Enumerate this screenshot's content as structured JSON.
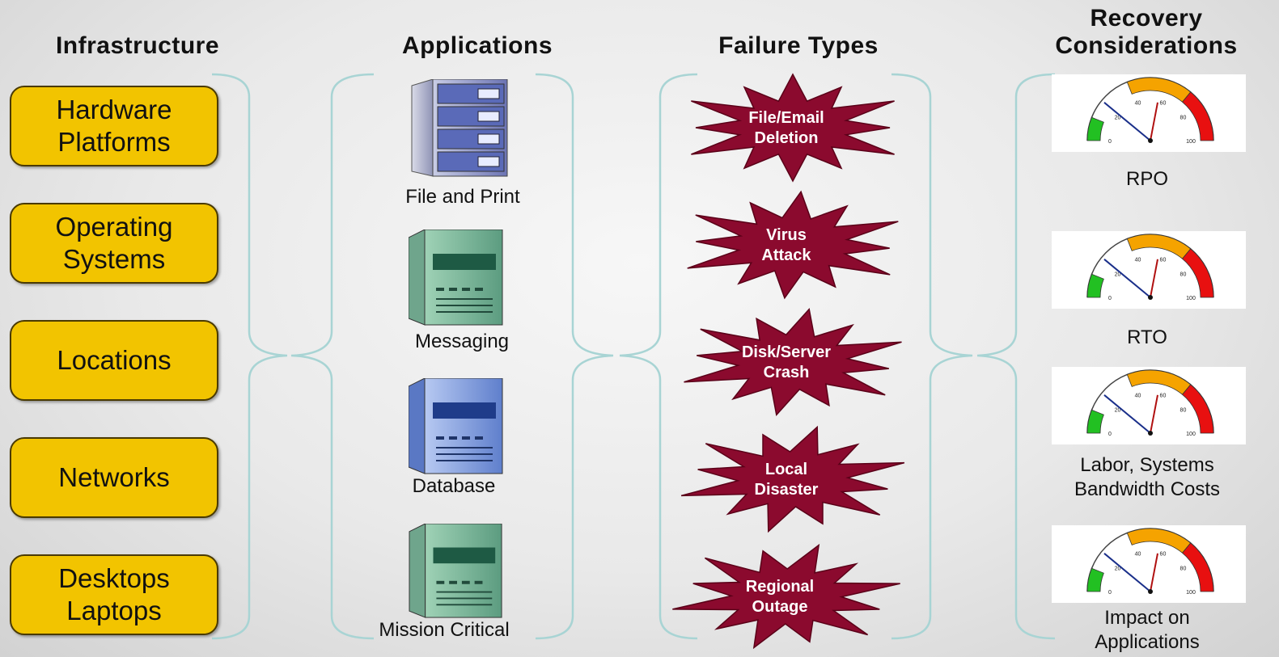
{
  "headers": {
    "infrastructure": "Infrastructure",
    "applications": "Applications",
    "failure_types": "Failure Types",
    "recovery": "Recovery\nConsiderations"
  },
  "infrastructure": [
    {
      "label": "Hardware\nPlatforms"
    },
    {
      "label": "Operating\nSystems"
    },
    {
      "label": "Locations"
    },
    {
      "label": "Networks"
    },
    {
      "label": "Desktops\nLaptops"
    }
  ],
  "applications": [
    {
      "label": "File and Print",
      "icon": "file-cabinet-icon"
    },
    {
      "label": "Messaging",
      "icon": "green-server-icon"
    },
    {
      "label": "Database",
      "icon": "blue-server-icon"
    },
    {
      "label": "Mission Critical",
      "icon": "green-server-icon"
    }
  ],
  "failure_types": [
    {
      "label": "File/Email\nDeletion"
    },
    {
      "label": "Virus\nAttack"
    },
    {
      "label": "Disk/Server\nCrash"
    },
    {
      "label": "Local\nDisaster"
    },
    {
      "label": "Regional\nOutage"
    }
  ],
  "recovery": [
    {
      "label": "RPO"
    },
    {
      "label": "RTO"
    },
    {
      "label": "Labor, Systems\nBandwidth Costs"
    },
    {
      "label": "Impact on\nApplications"
    }
  ],
  "gauge_ticks": [
    "0",
    "20",
    "40",
    "60",
    "80",
    "100"
  ],
  "colors": {
    "box_fill": "#f2c400",
    "star_fill": "#8b0a2e",
    "bracket": "#a8d4d4",
    "gauge_green": "#22c022",
    "gauge_orange": "#f5a300",
    "gauge_red": "#e81010",
    "needle_blue": "#1a2f8a",
    "needle_red": "#b01010"
  }
}
